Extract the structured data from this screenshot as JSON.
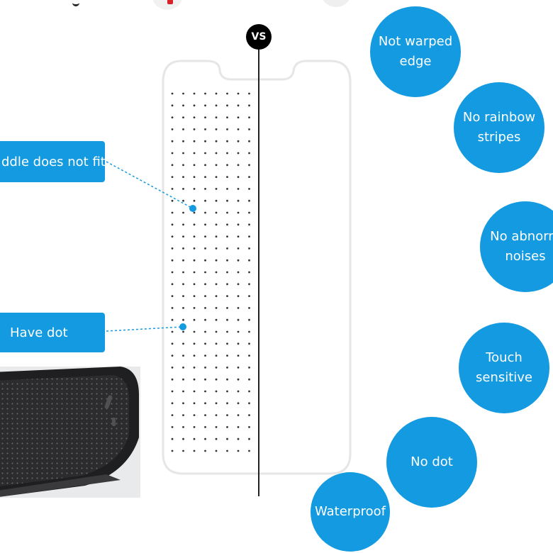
{
  "vs_label": "VS",
  "left_labels": {
    "middle_fit": "ddle does not fit",
    "have_dot": "Have dot"
  },
  "features": [
    "Not warped\nedge",
    "No rainbow\nstripes",
    "No abnorm\nnoises",
    "Touch\nsensitive",
    "No dot",
    "Waterproof"
  ],
  "colors": {
    "accent": "#139ae0",
    "outline": "#e6e6e6",
    "divider": "#222222"
  }
}
